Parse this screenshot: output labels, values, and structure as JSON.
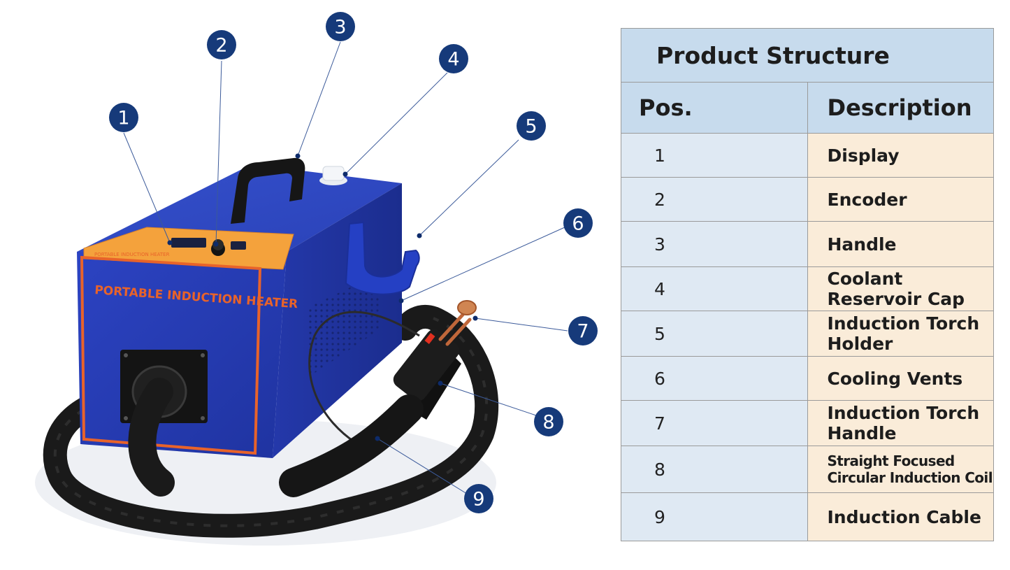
{
  "table": {
    "title": "Product Structure",
    "headers": {
      "pos": "Pos.",
      "description": "Description"
    },
    "rows": [
      {
        "pos": "1",
        "description": "Display"
      },
      {
        "pos": "2",
        "description": "Encoder"
      },
      {
        "pos": "3",
        "description": "Handle"
      },
      {
        "pos": "4",
        "description": "Coolant Reservoir Cap"
      },
      {
        "pos": "5",
        "description": "Induction Torch Holder"
      },
      {
        "pos": "6",
        "description": "Cooling Vents"
      },
      {
        "pos": "7",
        "description": "Induction Torch Handle"
      },
      {
        "pos": "8",
        "description": "Straight Focused Circular Induction Coil"
      },
      {
        "pos": "9",
        "description": "Induction Cable"
      }
    ]
  },
  "device": {
    "panel_label": "PORTABLE INDUCTION HEATER",
    "top_panel_label": "PORTABLE INDUCTION HEATER"
  },
  "colors": {
    "device_blue": "#2b3fb8",
    "panel_orange": "#f4a23c",
    "callout_navy": "#163a7a",
    "table_header": "#c7dbed",
    "pos_column": "#dfe9f3",
    "desc_column": "#faecd9"
  }
}
